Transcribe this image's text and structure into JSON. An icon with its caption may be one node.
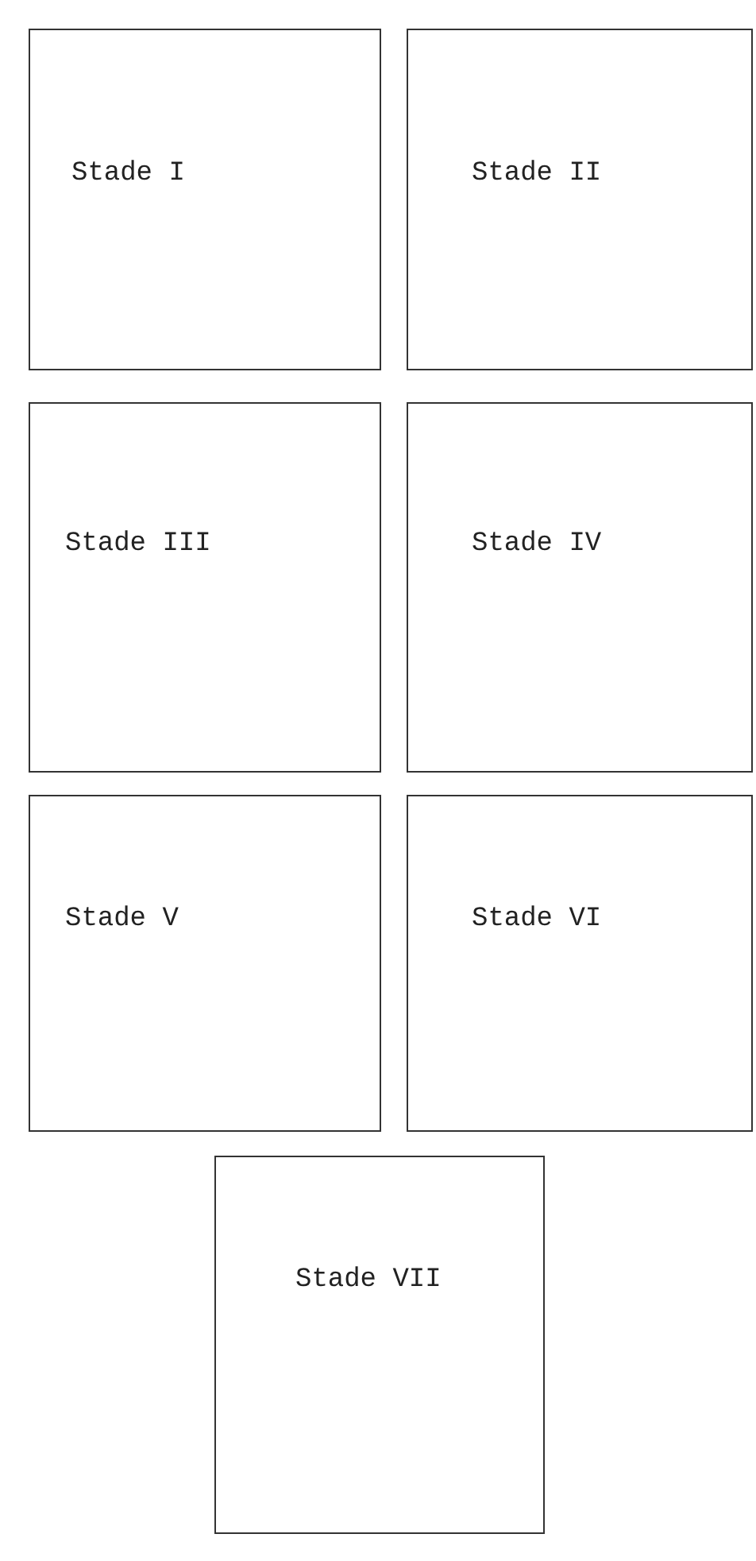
{
  "diagram": {
    "nodes": [
      {
        "text": [
          "Stade I"
        ]
      },
      {
        "text": [
          "Stade II"
        ]
      },
      {
        "text": [
          "Stade III"
        ]
      },
      {
        "text": [
          "Stade IV"
        ]
      },
      {
        "text": [
          "Stade V"
        ]
      },
      {
        "text": [
          "Stade VI"
        ]
      },
      {
        "text": [
          "Stade VII"
        ]
      }
    ]
  }
}
